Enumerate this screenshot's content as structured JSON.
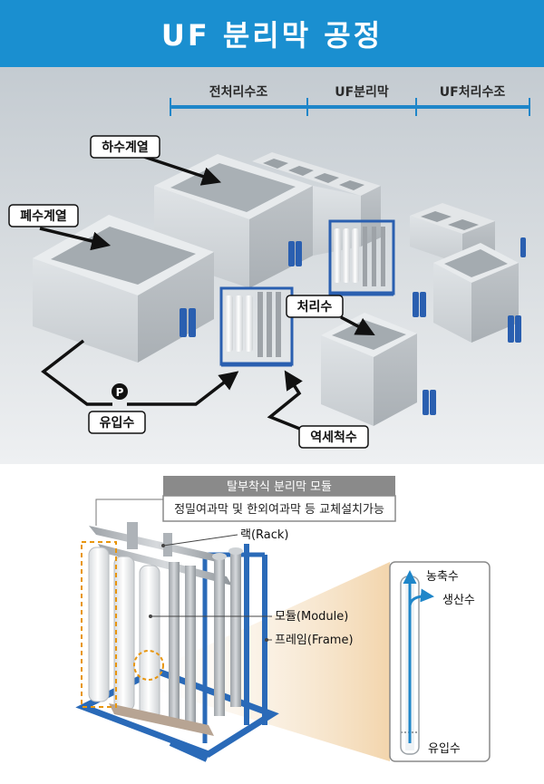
{
  "title": "UF 분리막 공정",
  "colors": {
    "banner": "#1a8fd0",
    "accent_blue": "#1f86c9",
    "pump_blue": "#2a5fb0",
    "concrete": "#cfd3d6",
    "callout_gray": "#8a8a8a"
  },
  "stages": [
    "전처리수조",
    "UF분리막",
    "UF처리수조"
  ],
  "labels": {
    "sewage": "하수계열",
    "wastewater": "폐수계열",
    "treated": "처리수",
    "inflow": "유입수",
    "pump": "P",
    "backwash": "역세척수"
  },
  "detail": {
    "callout_title": "탈부착식 분리막 모듈",
    "callout_sub": "정밀여과막 및 한외여과막 등 교체설치가능",
    "rack": "랙(Rack)",
    "module": "모듈(Module)",
    "frame": "프레임(Frame)"
  },
  "flow": {
    "concentrate": "농축수",
    "product": "생산수",
    "inflow": "유입수"
  },
  "icons": [
    "pump-icon",
    "arrow-icon"
  ]
}
